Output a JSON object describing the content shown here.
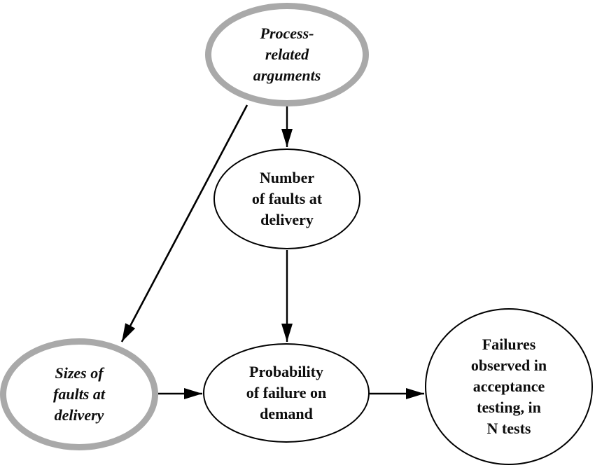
{
  "figure": {
    "background_color": "#ffffff",
    "colors": {
      "emphasis_node_border": "#a9a9a9",
      "node_border": "#000000",
      "arrow": "#000000",
      "text": "#0d0d0d"
    },
    "nodes": [
      {
        "id": "process-related-arguments",
        "label": "Process-\nrelated\narguments",
        "style": "emphasis"
      },
      {
        "id": "number-of-faults-at-delivery",
        "label": "Number\nof faults at\ndelivery",
        "style": "normal"
      },
      {
        "id": "sizes-of-faults-at-delivery",
        "label": "Sizes of\nfaults at\ndelivery",
        "style": "emphasis"
      },
      {
        "id": "probability-of-failure-on-demand",
        "label": "Probability\nof failure on\ndemand",
        "style": "normal"
      },
      {
        "id": "failures-observed-in-acceptance",
        "label": "Failures\nobserved in\nacceptance\ntesting, in\nN tests",
        "style": "normal"
      }
    ],
    "edges": [
      {
        "from": "process-related-arguments",
        "to": "number-of-faults-at-delivery"
      },
      {
        "from": "process-related-arguments",
        "to": "sizes-of-faults-at-delivery"
      },
      {
        "from": "number-of-faults-at-delivery",
        "to": "probability-of-failure-on-demand"
      },
      {
        "from": "sizes-of-faults-at-delivery",
        "to": "probability-of-failure-on-demand"
      },
      {
        "from": "probability-of-failure-on-demand",
        "to": "failures-observed-in-acceptance"
      }
    ]
  }
}
